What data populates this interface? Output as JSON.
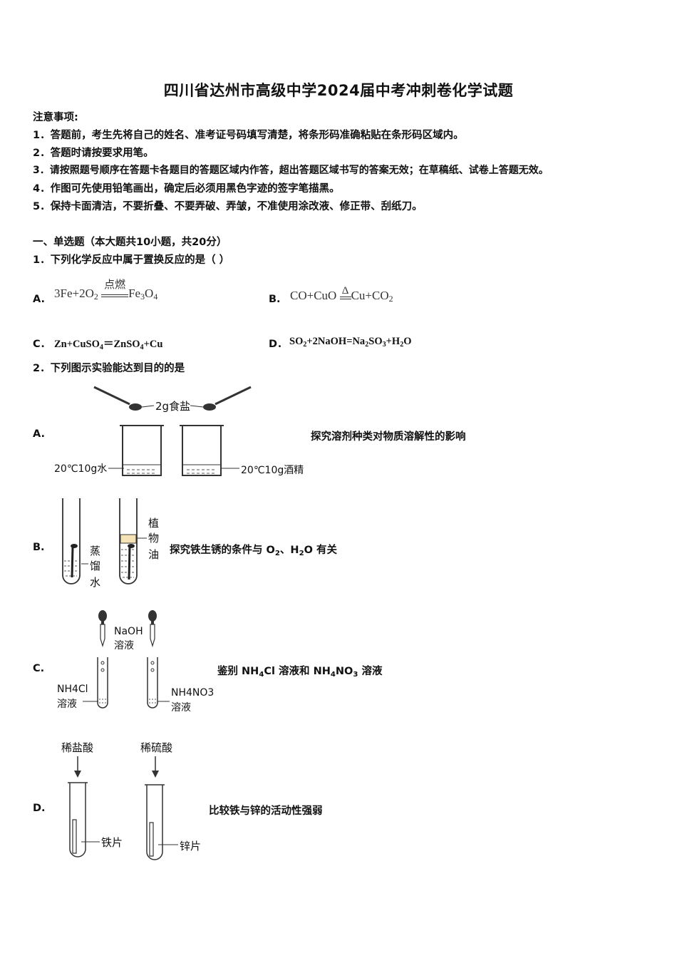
{
  "title": "四川省达州市高级中学2024届中考冲刺卷化学试题",
  "notice": {
    "heading": "注意事项:",
    "items": [
      "1．答题前，考生先将自己的姓名、准考证号码填写清楚，将条形码准确粘贴在条形码区域内。",
      "2．答题时请按要求用笔。",
      "3．请按照题号顺序在答题卡各题目的答题区域内作答，超出答题区域书写的答案无效；在草稿纸、试卷上答题无效。",
      "4．作图可先使用铅笔画出，确定后必须用黑色字迹的签字笔描黑。",
      "5．保持卡面清洁，不要折叠、不要弄破、弄皱，不准使用涂改液、修正带、刮纸刀。"
    ]
  },
  "section1": {
    "heading": "一、单选题（本大题共10小题，共20分）"
  },
  "q1": {
    "stem": "1．下列化学反应中属于置换反应的是（  ）",
    "options": {
      "A": {
        "label": "A.",
        "left": "3Fe+2O",
        "left_sub": "2",
        "condition": "点燃",
        "right": "Fe",
        "right_sub1": "3",
        "right_mid": "O",
        "right_sub2": "4"
      },
      "B": {
        "label": "B.",
        "left": "CO+CuO",
        "condition": "Δ",
        "right": "Cu+CO",
        "right_sub": "2"
      },
      "C": {
        "label": "C．",
        "text": "Zn+CuSO",
        "sub1": "4",
        "mid": "＝ZnSO",
        "sub2": "4",
        "end": "+Cu"
      },
      "D": {
        "label": "D．",
        "text": "SO",
        "sub1": "2",
        "mid": "+2NaOH=Na",
        "sub2": "2",
        "mid2": "SO",
        "sub3": "3",
        "mid3": "+H",
        "sub4": "2",
        "end": "O"
      }
    }
  },
  "q2": {
    "stem": "2．下列图示实验能达到目的的是",
    "options": {
      "A": {
        "label": "A.",
        "desc": "探究溶剂种类对物质溶解性的影响",
        "fig": {
          "top_label": "2g食盐",
          "left_label": "20℃10g水",
          "right_label": "20℃10g酒精"
        }
      },
      "B": {
        "label": "B.",
        "desc_pre": "探究铁生锈的条件与 O",
        "desc_sub1": "2",
        "desc_mid": "、H",
        "desc_sub2": "2",
        "desc_end": "O 有关",
        "fig": {
          "water_label": [
            "蒸",
            "馏",
            "水"
          ],
          "oil_label": [
            "植",
            "物",
            "油"
          ]
        }
      },
      "C": {
        "label": "C.",
        "desc_pre": "鉴别 NH",
        "desc_sub1": "4",
        "desc_mid": "Cl 溶液和 NH",
        "desc_sub2": "4",
        "desc_end": "NO",
        "desc_sub3": "3",
        "desc_tail": " 溶液",
        "fig": {
          "reagent": [
            "NaOH",
            "溶液"
          ],
          "left": [
            "NH4Cl",
            "溶液"
          ],
          "right": [
            "NH4NO3",
            "溶液"
          ]
        }
      },
      "D": {
        "label": "D.",
        "desc": "比较铁与锌的活动性强弱",
        "fig": {
          "acid_left": "稀盐酸",
          "acid_right": "稀硫酸",
          "metal_left": "铁片",
          "metal_right": "锌片"
        }
      }
    }
  }
}
